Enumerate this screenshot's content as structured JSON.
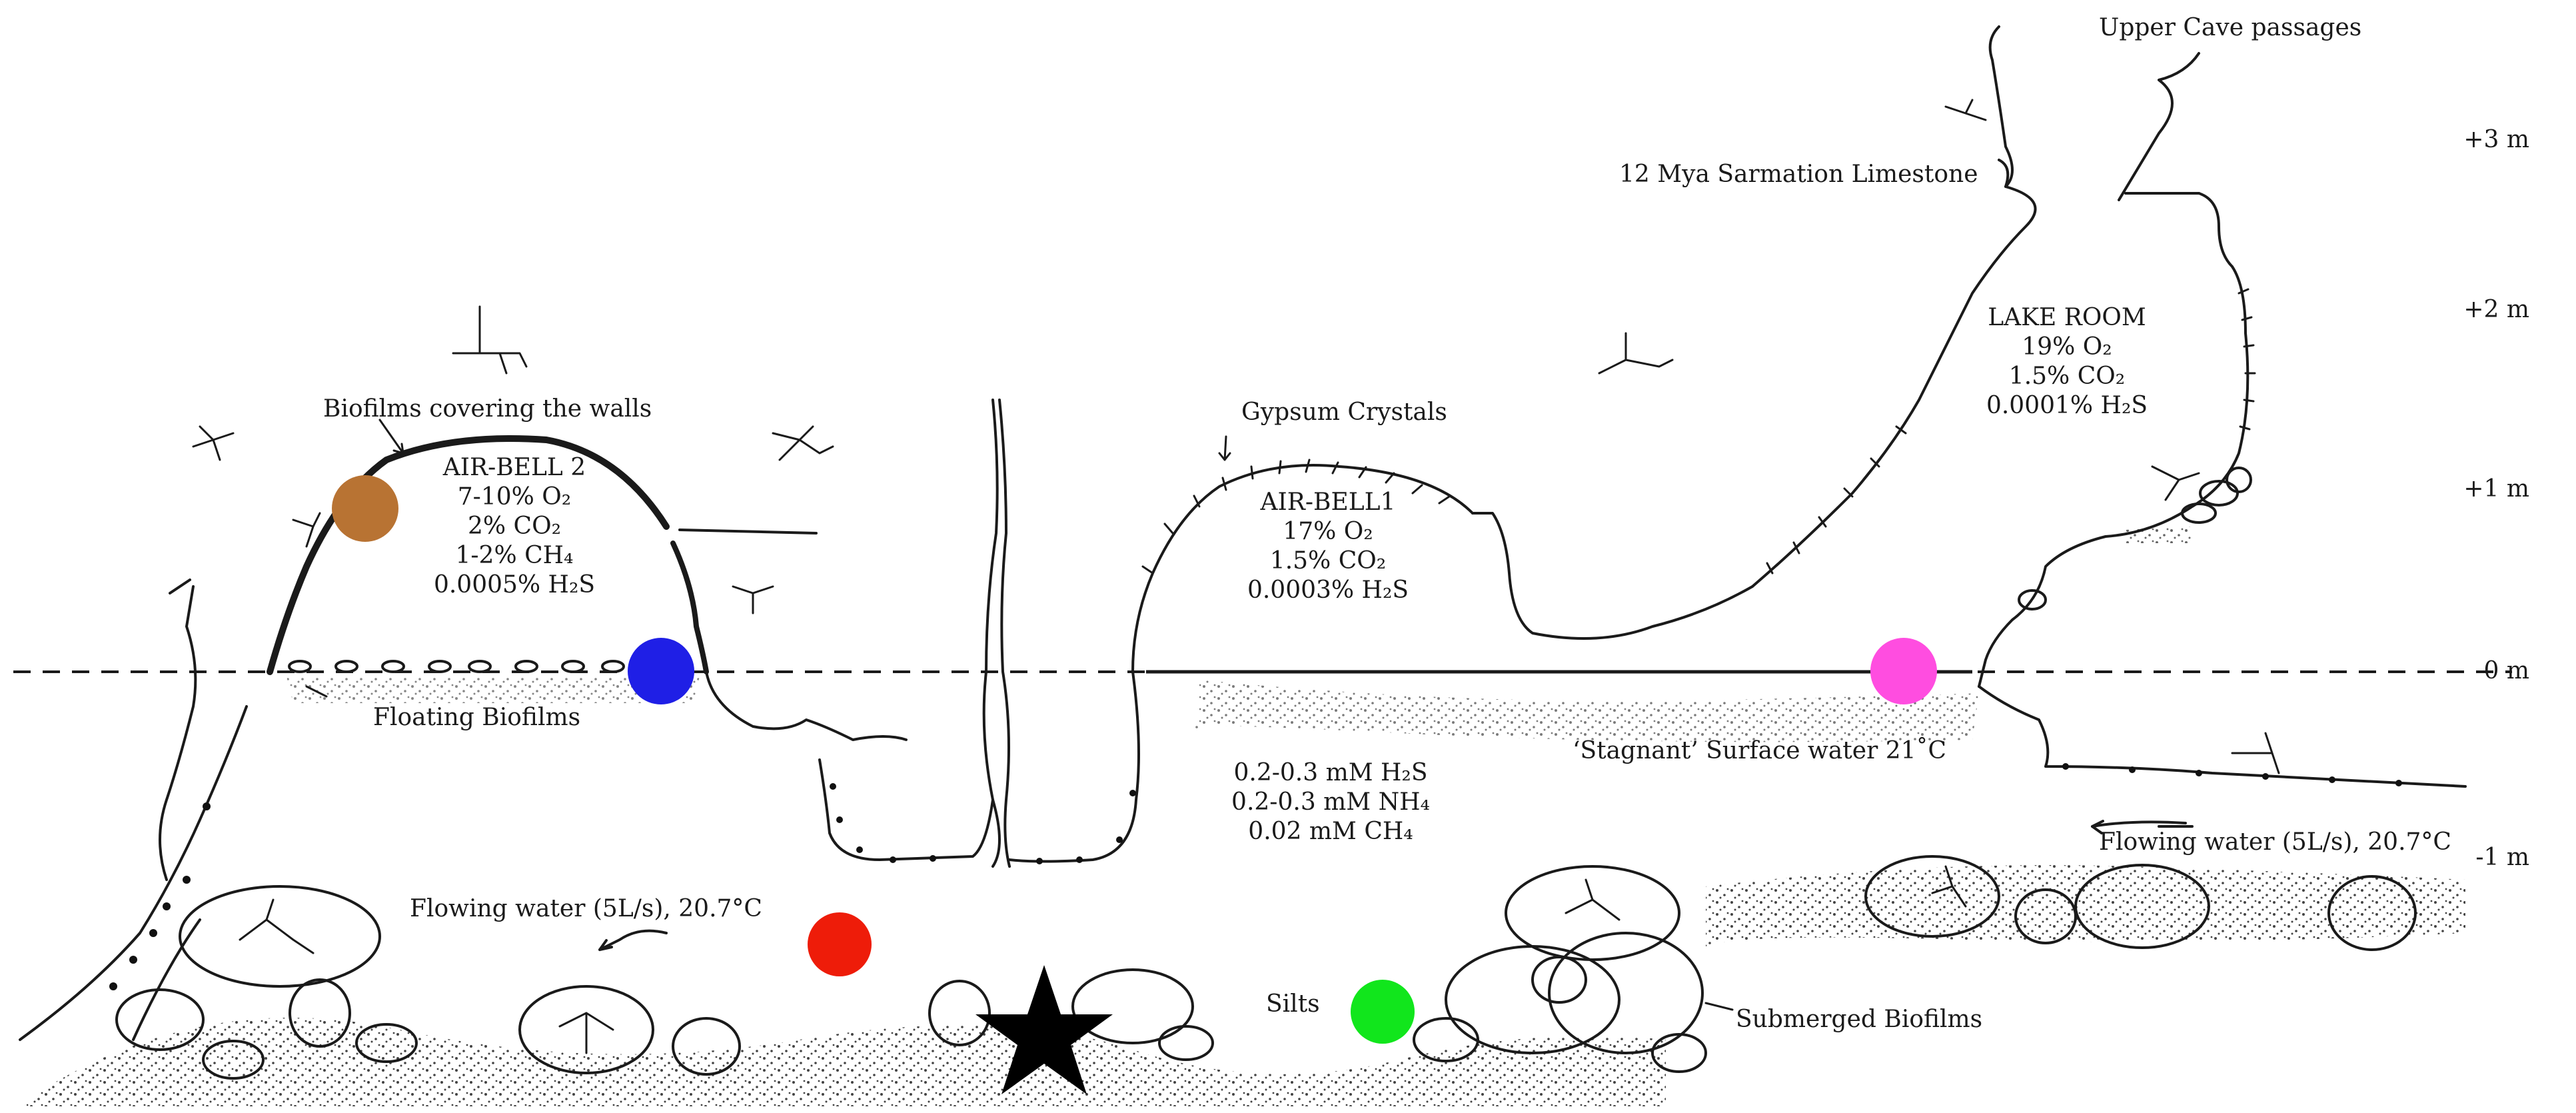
{
  "diagram": {
    "depth_scale": [
      "+3 m",
      "+2 m",
      "+1 m",
      "0 m",
      "-1 m"
    ],
    "labels": {
      "upper_passages": "Upper Cave passages",
      "limestone": "12 Mya Sarmation Limestone",
      "biofilms_walls": "Biofilms covering the walls",
      "gypsum": "Gypsum Crystals",
      "floating_biofilms": "Floating Biofilms",
      "stagnant_water": "‘Stagnant’ Surface water 21˚C",
      "flowing_left": "Flowing water (5L/s), 20.7°C",
      "flowing_right": "Flowing water (5L/s), 20.7°C",
      "silts": "Silts",
      "submerged_biofilms": "Submerged Biofilms"
    },
    "air_bell_2": {
      "name": "AIR-BELL 2",
      "lines": [
        "7-10% O₂",
        "2% CO₂",
        "1-2% CH₄",
        "0.0005% H₂S"
      ]
    },
    "air_bell_1": {
      "name": "AIR-BELL1",
      "lines": [
        "17% O₂",
        "1.5% CO₂",
        "0.0003% H₂S"
      ]
    },
    "lake_room": {
      "name": "LAKE ROOM",
      "lines": [
        "19% O₂",
        "1.5% CO₂",
        "0.0001% H₂S"
      ]
    },
    "water_chemistry": [
      "0.2-0.3 mM H₂S",
      "0.2-0.3 mM NH₄",
      "0.02 mM CH₄"
    ],
    "markers": [
      {
        "name": "brown",
        "color": "#b87333"
      },
      {
        "name": "blue",
        "color": "#1f1fe6"
      },
      {
        "name": "magenta",
        "color": "#ff4de0"
      },
      {
        "name": "red",
        "color": "#ee1c09"
      },
      {
        "name": "green",
        "color": "#11e61c"
      },
      {
        "name": "star",
        "color": "#000000"
      }
    ]
  }
}
